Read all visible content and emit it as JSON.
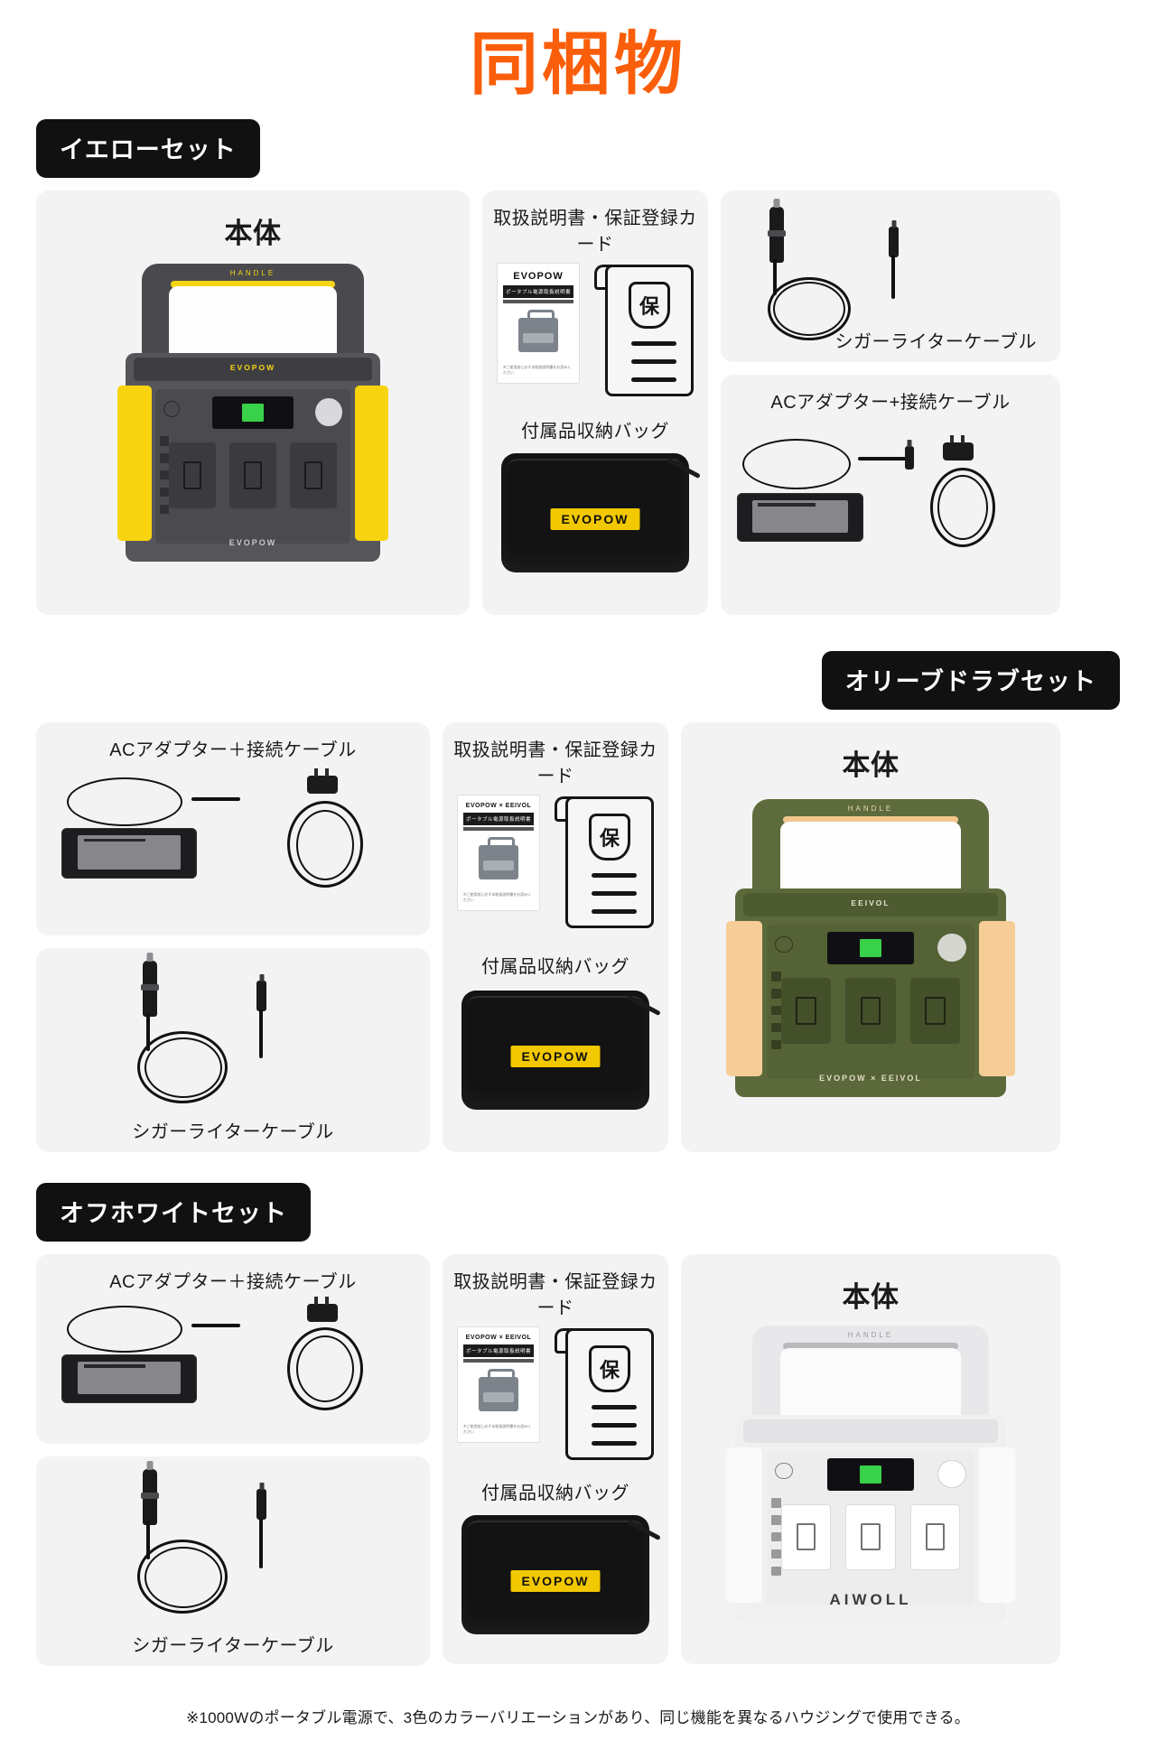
{
  "title": "同梱物",
  "sections": [
    {
      "badge": "イエローセット",
      "badge_align": "left",
      "unit_label": "本体",
      "unit_brand": "EVOPOW",
      "unit_handle_text": "HANDLE",
      "unit_color": "yellow",
      "manual_label": "取扱説明書・保証登録カード",
      "manual_brand": "EVOPOW",
      "manual_subtitle": "ポータブル電源取扱説明書",
      "manual_footnote": "※ご使用前に必ず本取扱説明書をお読みください",
      "warranty_mark": "保",
      "bag_label": "付属品収納バッグ",
      "bag_logo": "EVOPOW",
      "cigar_label": "シガーライターケーブル",
      "ac_label": "ACアダプター+接続ケーブル"
    },
    {
      "badge": "オリーブドラブセット",
      "badge_align": "right",
      "unit_label": "本体",
      "unit_brand": "EEIVOL",
      "unit_handle_text": "HANDLE",
      "unit_footer_brand": "EVOPOW × EEIVOL",
      "unit_color": "olive",
      "manual_label": "取扱説明書・保証登録カード",
      "manual_brand": "EVOPOW × EEIVOL",
      "manual_subtitle": "ポータブル電源取扱説明書",
      "manual_footnote": "※ご使用前に必ず本取扱説明書をお読みください",
      "warranty_mark": "保",
      "bag_label": "付属品収納バッグ",
      "bag_logo": "EVOPOW",
      "cigar_label": "シガーライターケーブル",
      "ac_label": "ACアダプター＋接続ケーブル"
    },
    {
      "badge": "オフホワイトセット",
      "badge_align": "left",
      "unit_label": "本体",
      "unit_brand": "AIWOLL",
      "unit_handle_text": "HANDLE",
      "unit_footer_brand": "AIWOLL",
      "unit_color": "white",
      "manual_label": "取扱説明書・保証登録カード",
      "manual_brand": "EVOPOW × EEIVOL",
      "manual_subtitle": "ポータブル電源取扱説明書",
      "manual_footnote": "※ご使用前に必ず本取扱説明書をお読みください",
      "warranty_mark": "保",
      "bag_label": "付属品収納バッグ",
      "bag_logo": "EVOPOW",
      "cigar_label": "シガーライターケーブル",
      "ac_label": "ACアダプター＋接続ケーブル"
    }
  ],
  "footer_note": "※1000Wのポータブル電源で、3色のカラーバリエーションがあり、同じ機能を異なるハウジングで使用できる。",
  "colors": {
    "title_orange": "#FA5E0A",
    "badge_bg": "#111111",
    "card_bg": "#f3f3f3",
    "yellow": "#F7D40F",
    "olive": "#5C6A3B",
    "olive_accent": "#F6CD97",
    "offwhite": "#F0F0F1"
  }
}
